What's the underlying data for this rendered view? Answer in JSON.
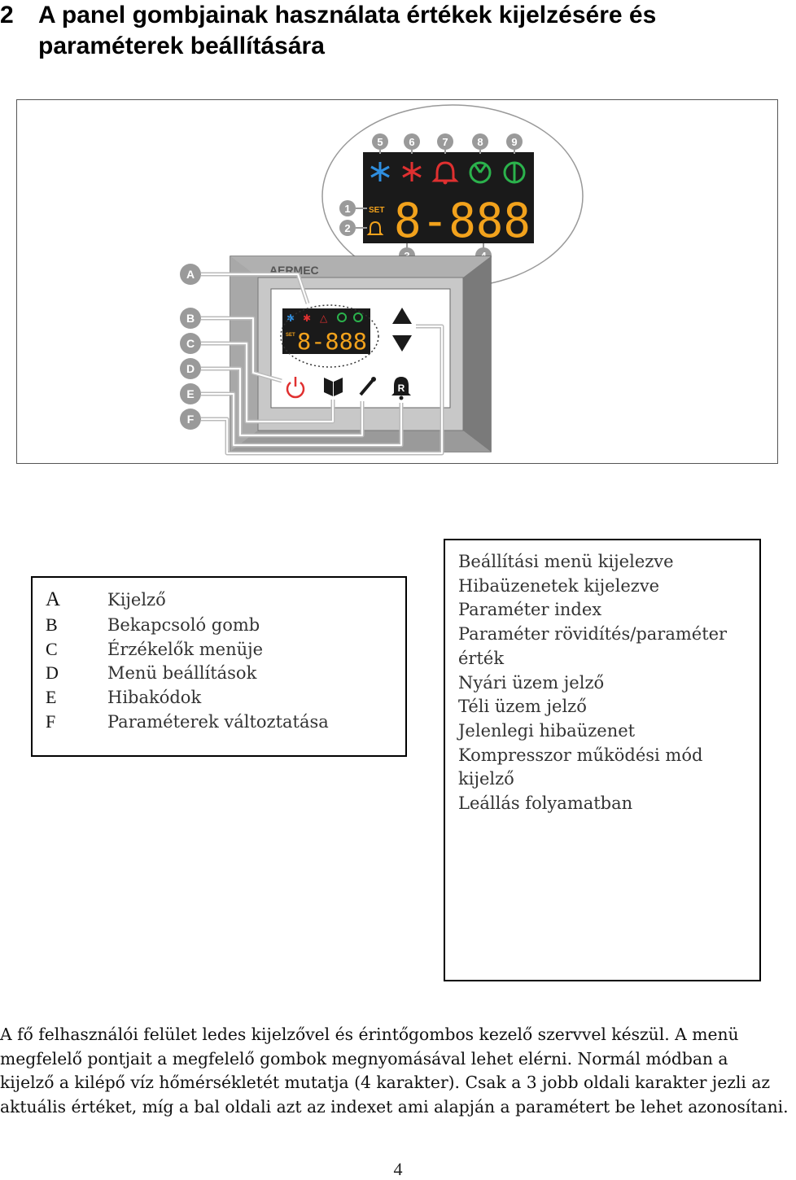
{
  "heading": {
    "number": "2",
    "line1": "A panel gombjainak használata értékek kijelzésére és",
    "line2": "paraméterek beállítására"
  },
  "figure": {
    "brand": "AERMEC",
    "display_digits": "8-888",
    "set_label": "SET",
    "callouts_top": [
      "5",
      "6",
      "7",
      "8",
      "9"
    ],
    "callouts_side": [
      "1",
      "2"
    ],
    "callouts_bottom": [
      "3",
      "4"
    ],
    "letter_callouts": [
      "A",
      "B",
      "C",
      "D",
      "E",
      "F"
    ],
    "small_display": {
      "digits": "8-888",
      "set_label": "SET"
    },
    "indicator_colors": {
      "snowflake": "#2f8fe0",
      "sun": "#e03030",
      "bell": "#e03030",
      "cycle": "#2bb24c",
      "standby": "#2bb24c"
    },
    "digit_color": "#f2a21c",
    "button_icons": [
      "power-icon",
      "book-icon",
      "wrench-icon",
      "reset-bell-icon"
    ],
    "arrow_icons": [
      "up-arrow-icon",
      "down-arrow-icon"
    ]
  },
  "legend": [
    {
      "key": "A",
      "label": "Kijelző"
    },
    {
      "key": "B",
      "label": "Bekapcsoló gomb"
    },
    {
      "key": "C",
      "label": "Érzékelők menüje"
    },
    {
      "key": "D",
      "label": "Menü beállítások"
    },
    {
      "key": "E",
      "label": "Hibakódok"
    },
    {
      "key": "F",
      "label": "Paraméterek változtatása"
    }
  ],
  "notes": [
    "Beállítási menü kijelezve",
    "Hibaüzenetek kijelezve",
    "Paraméter index",
    "Paraméter rövidítés/paraméter",
    "érték",
    "Nyári üzem jelző",
    "Téli üzem jelző",
    "Jelenlegi hibaüzenet",
    "Kompresszor működési mód",
    "kijelző",
    "Leállás folyamatban"
  ],
  "paragraph": [
    "A fő felhasználói felület ledes kijelzővel és érintőgombos kezelő szervvel készül. A menü",
    "megfelelő pontjait a megfelelő gombok megnyomásával lehet elérni. Normál módban a",
    "kijelző a kilépő víz hőmérsékletét mutatja (4 karakter). Csak a 3 jobb oldali karakter jezli az",
    "aktuális értéket, míg a bal oldali azt az indexet ami alapján a paramétert be lehet azonosítani."
  ],
  "page_number": "4"
}
